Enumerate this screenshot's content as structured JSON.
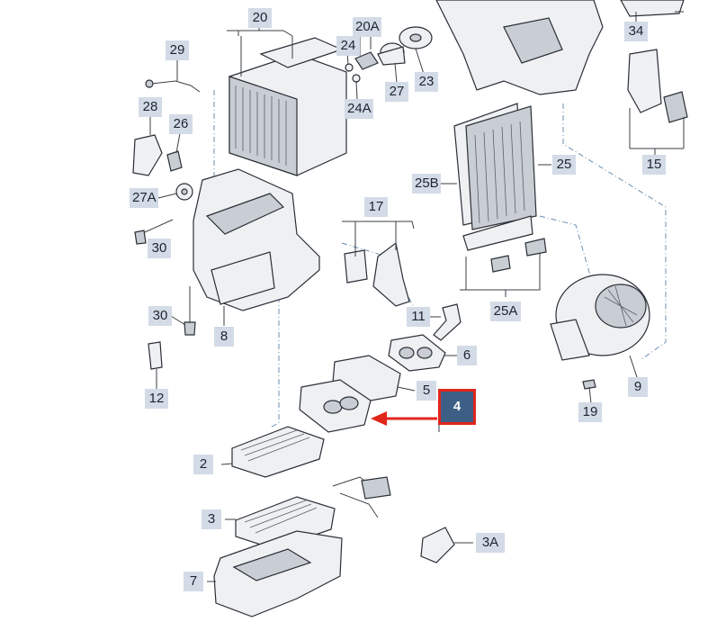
{
  "diagram": {
    "highlight_color": "#e1261c",
    "label_bg": "#d3dbe6",
    "highlight_bg": "#3d5f86",
    "highlighted_part": "4",
    "labels": [
      "20",
      "20A",
      "24",
      "24A",
      "27",
      "23",
      "29",
      "28",
      "26",
      "27A",
      "30",
      "30",
      "8",
      "12",
      "17",
      "25B",
      "25",
      "25A",
      "11",
      "6",
      "5",
      "4",
      "2",
      "3",
      "7",
      "3A",
      "9",
      "19",
      "34",
      "15"
    ]
  }
}
